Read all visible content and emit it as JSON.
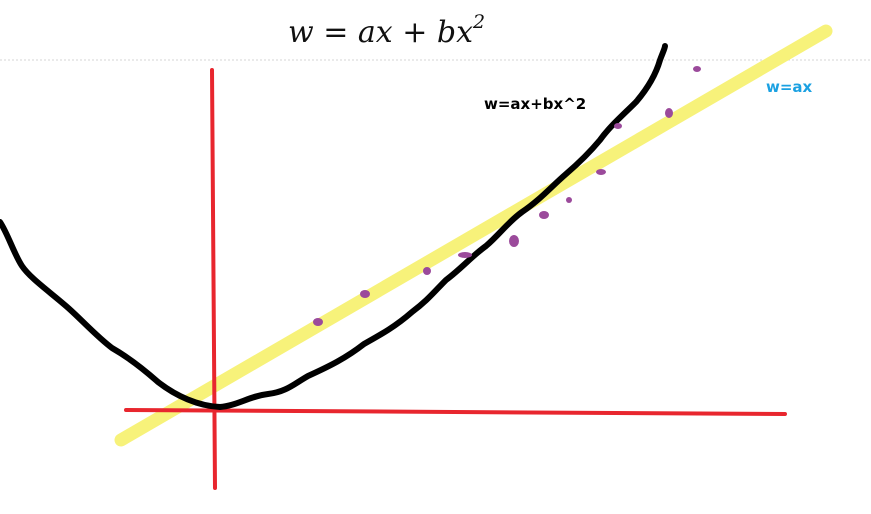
{
  "title": {
    "base": "w = ax + bx",
    "superscript": "2"
  },
  "labels": {
    "quadratic": "w=ax+bx^2",
    "linear": "w=ax"
  },
  "colors": {
    "axis": "#e8262e",
    "linear_line": "#f7f27a",
    "quadratic_curve": "#000000",
    "points": "#9b4a9b",
    "linear_label": "#1ba1e2",
    "quadratic_label": "#000000",
    "divider": "#d6d6d6"
  }
}
